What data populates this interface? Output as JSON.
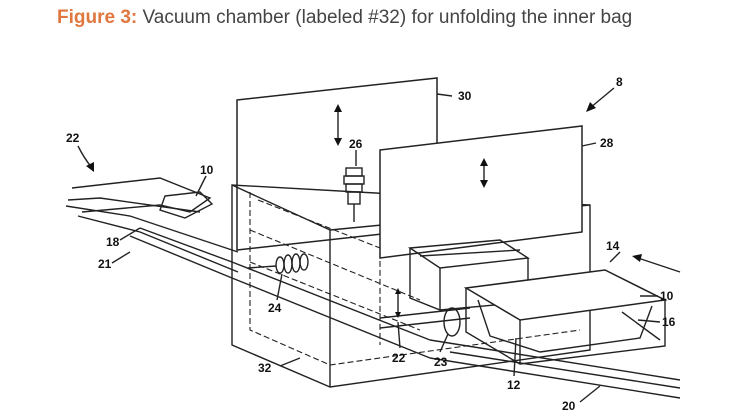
{
  "caption": {
    "figure_label": "Figure 3:",
    "text": "Vacuum chamber (labeled #32) for unfolding the inner bag"
  },
  "diagram": {
    "labels": {
      "l8": "8",
      "l10a": "10",
      "l10b": "10",
      "l12": "12",
      "l14": "14",
      "l16": "16",
      "l18": "18",
      "l20": "20",
      "l21": "21",
      "l22a": "22",
      "l22b": "22",
      "l23": "23",
      "l24": "24",
      "l26": "26",
      "l28": "28",
      "l30": "30",
      "l32": "32"
    }
  }
}
